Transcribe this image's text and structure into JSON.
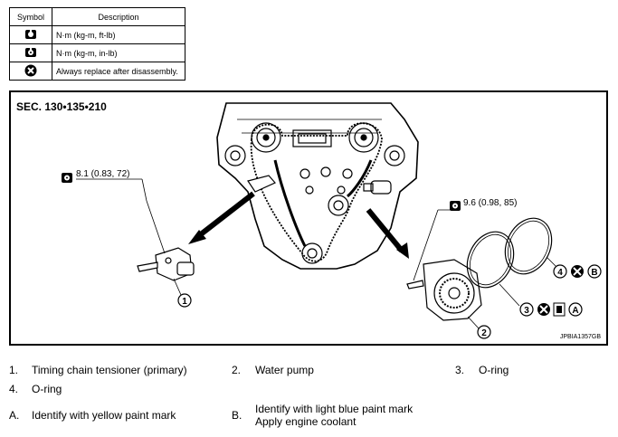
{
  "legend": {
    "header_symbol": "Symbol",
    "header_description": "Description",
    "rows": [
      {
        "icon": "torque-wrench-icon",
        "text": "N·m (kg-m, ft-lb)"
      },
      {
        "icon": "torque-wrench-small-icon",
        "text": "N·m (kg-m, in-lb)"
      },
      {
        "icon": "replace-x-icon",
        "text": "Always replace after disassembly."
      }
    ]
  },
  "diagram": {
    "section": "SEC. 130•135•210",
    "torque_1": "8.1 (0.83, 72)",
    "torque_2": "9.6 (0.98, 85)",
    "callouts": [
      "1",
      "2",
      "3",
      "4"
    ],
    "letter_a": "A",
    "letter_b": "B",
    "image_id": "JPBIA1357GB"
  },
  "notes": {
    "items": [
      {
        "num": "1.",
        "text": "Timing chain tensioner (primary)"
      },
      {
        "num": "2.",
        "text": "Water pump"
      },
      {
        "num": "3.",
        "text": "O-ring"
      },
      {
        "num": "4.",
        "text": "O-ring"
      },
      {
        "num": "A.",
        "text": "Identify with yellow paint mark"
      },
      {
        "num": "B.",
        "text": "Identify with light blue paint mark",
        "text2": "Apply engine coolant"
      }
    ]
  }
}
